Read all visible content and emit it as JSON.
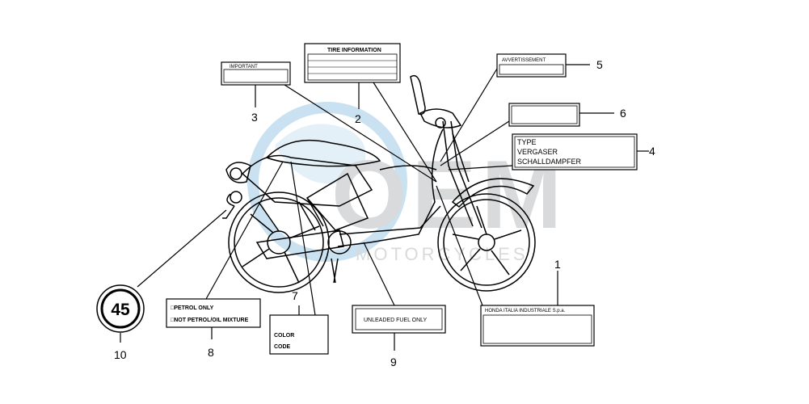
{
  "watermark": {
    "text": "OEM",
    "subtext": "MOTORCYCLES",
    "color": "#9ec9e6"
  },
  "labels": {
    "l1": {
      "num": "1",
      "text": "HONDA ITALIA INDUSTRIALE S.p.a."
    },
    "l2": {
      "num": "2",
      "text": "TIRE INFORMATION"
    },
    "l3": {
      "num": "3",
      "text": "IMPORTANT"
    },
    "l4": {
      "num": "4",
      "lines": [
        "TYPE",
        "VERGASER",
        "SCHALLDAMPFER"
      ]
    },
    "l5": {
      "num": "5",
      "text": "AVVERTISSEMENT"
    },
    "l6": {
      "num": "6"
    },
    "l7": {
      "num": "7",
      "lines": [
        "COLOR",
        "CODE"
      ]
    },
    "l8": {
      "num": "8",
      "lines": [
        "□PETROL ONLY",
        "□NOT PETROL/OIL MIXTURE"
      ]
    },
    "l9": {
      "num": "9",
      "text": "UNLEADED FUEL ONLY"
    },
    "l10": {
      "num": "10",
      "text": "45"
    }
  },
  "colors": {
    "line": "#000000",
    "watermark": "#9ec9e6"
  }
}
